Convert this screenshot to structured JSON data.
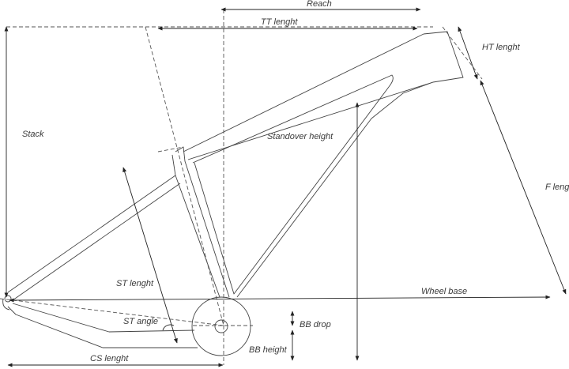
{
  "labels": {
    "reach": "Reach",
    "tt_length": "TT lenght",
    "ht_length": "HT lenght",
    "stack": "Stack",
    "standover_height": "Standover height",
    "f_length": "F lenght",
    "st_length": "ST lenght",
    "wheel_base": "Wheel base",
    "st_angle": "ST angle",
    "bb_drop": "BB drop",
    "bb_height": "BB height",
    "cs_length": "CS lenght"
  },
  "colors": {
    "line": "#444444",
    "dimension": "#222222",
    "text": "#3a3a3a"
  }
}
